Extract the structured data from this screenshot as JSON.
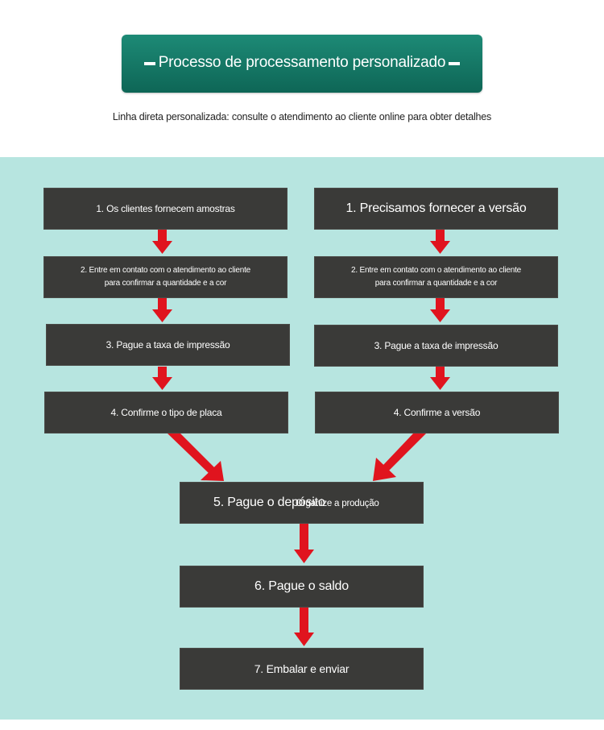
{
  "header": {
    "title": "Processo de processamento personalizado",
    "subtitle": "Linha direta personalizada: consulte o atendimento ao cliente online para obter detalhes"
  },
  "flow": {
    "left": {
      "step1": "1. Os clientes fornecem amostras",
      "step2": "2. Entre em contato com o atendimento ao cliente\npara confirmar a quantidade e a cor",
      "step3": "3. Pague a taxa de impressão",
      "step4": "4. Confirme o tipo de placa"
    },
    "right": {
      "step1": "1. Precisamos fornecer a versão",
      "step2": "2. Entre em contato com o atendimento ao cliente\npara confirmar a quantidade e a cor",
      "step3": "3. Pague a taxa de impressão",
      "step4": "4. Confirme a versão"
    },
    "step5_main": "5. Pague o depósito",
    "step5_overlay": "Organize a produção",
    "step6": "6. Pague o saldo",
    "step7": "7. Embalar e enviar"
  },
  "colors": {
    "panel": "#b7e5e0",
    "box": "#3a3a38",
    "arrow": "#e0141e",
    "banner": "#137462"
  }
}
